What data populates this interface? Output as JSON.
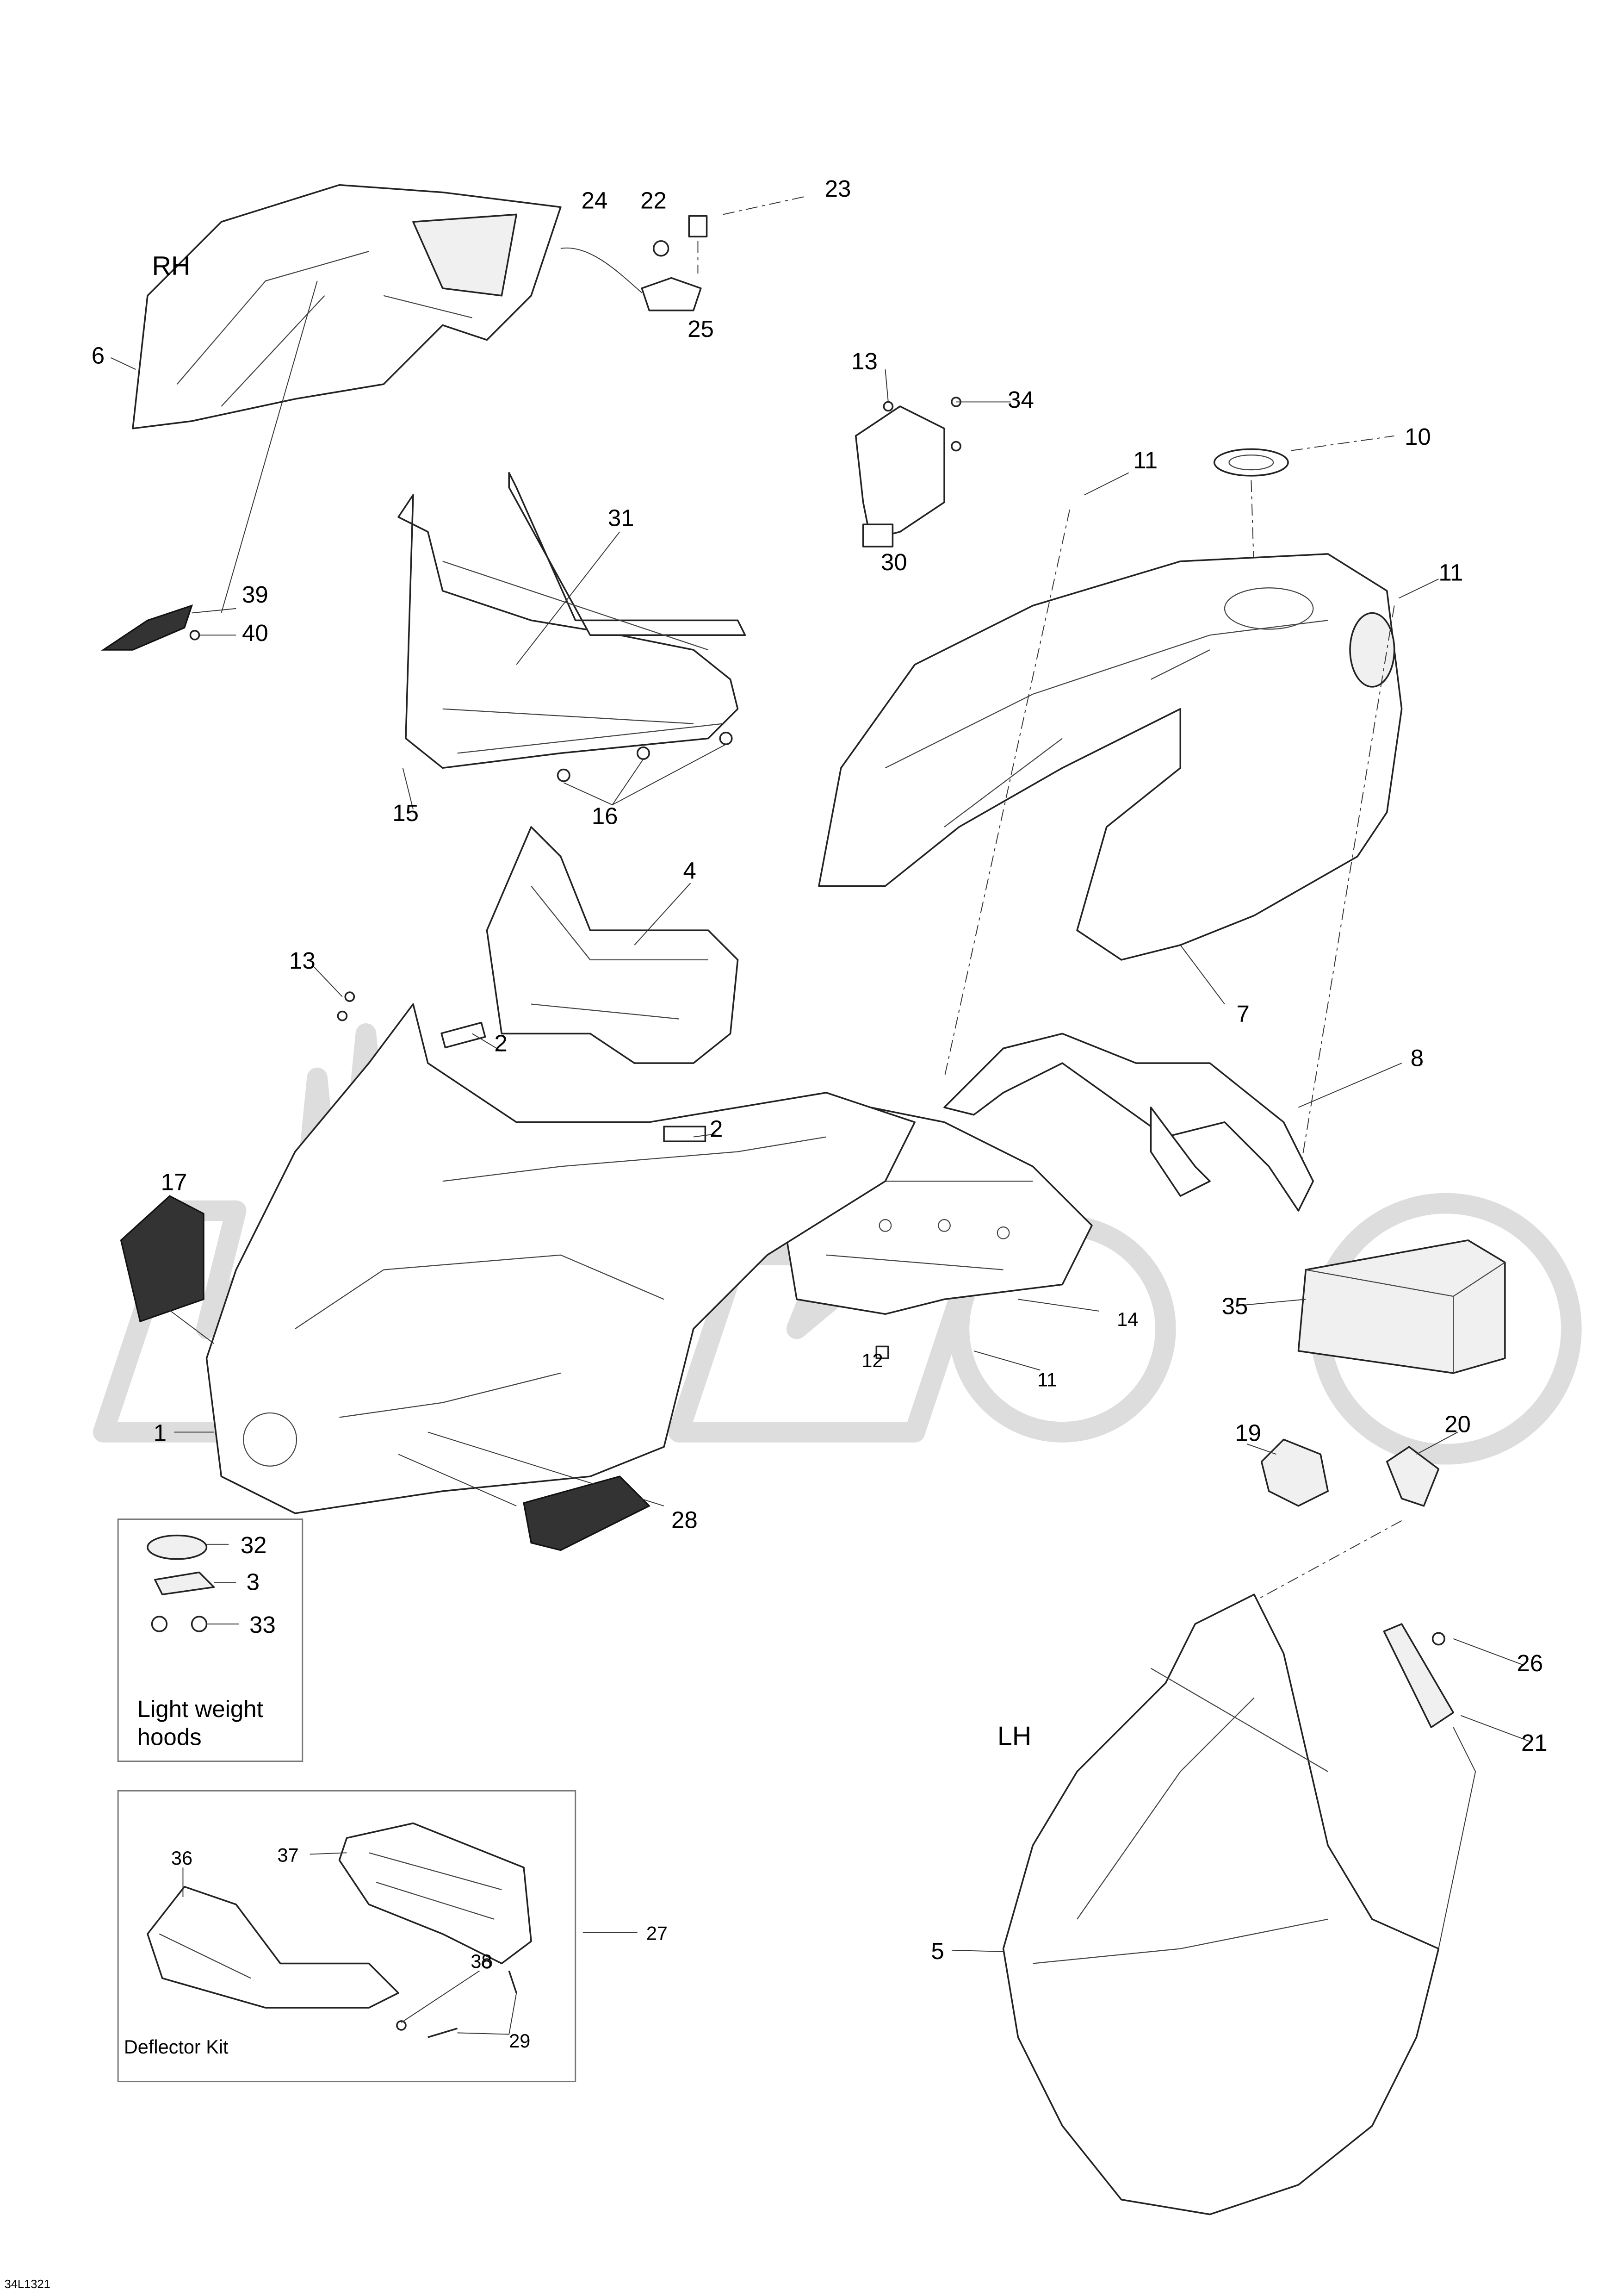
{
  "diagram": {
    "drawing_number": "34L1321",
    "side_labels": {
      "rh": "RH",
      "lh": "LH"
    },
    "callouts": {
      "c1": "1",
      "c2a": "2",
      "c2b": "2",
      "c3": "3",
      "c4": "4",
      "c5": "5",
      "c6": "6",
      "c7": "7",
      "c8": "8",
      "c10": "10",
      "c11a": "11",
      "c11b": "11",
      "c11c": "11",
      "c12": "12",
      "c13a": "13",
      "c13b": "13",
      "c14": "14",
      "c15": "15",
      "c16": "16",
      "c17": "17",
      "c19": "19",
      "c20": "20",
      "c21": "21",
      "c22": "22",
      "c23": "23",
      "c24": "24",
      "c25": "25",
      "c26": "26",
      "c27": "27",
      "c28": "28",
      "c29": "29",
      "c30": "30",
      "c31": "31",
      "c32": "32",
      "c33": "33",
      "c34": "34",
      "c35": "35",
      "c36": "36",
      "c37": "37",
      "c38": "38",
      "c39": "39",
      "c40": "40"
    },
    "insets": {
      "light_weight_hoods": {
        "line1": "Light weight",
        "line2": "hoods"
      },
      "deflector_kit": {
        "title": "Deflector Kit"
      }
    }
  }
}
